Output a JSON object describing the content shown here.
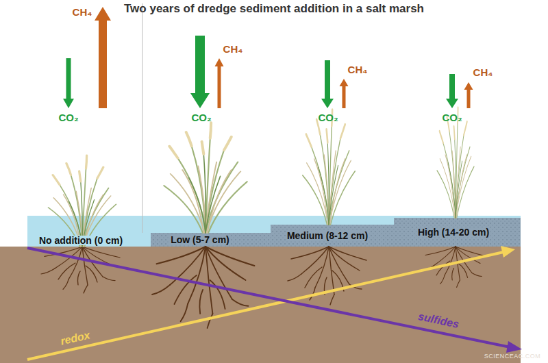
{
  "diagram": {
    "title": "Two years of dredge sediment addition in a salt marsh",
    "labels": [
      "CH₄",
      "CO₂",
      "CH₄",
      "CO₂",
      "CH₄",
      "CO₂",
      "CH₄",
      "CO₂",
      "No addition (0 cm)",
      "Low (5-7 cm)",
      "Medium (8-12 cm)",
      "High (14-20 cm)",
      "redox",
      "sulfides",
      "SCIENCEAC.COM"
    ]
  }
}
